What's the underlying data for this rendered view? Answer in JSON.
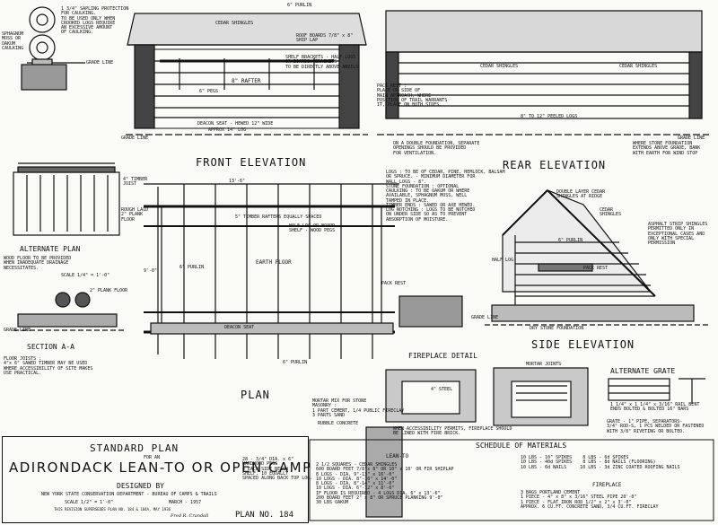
{
  "top_left": {
    "sapling_note": "1 3/4\" SAPLING PROTECTION\nFOR CAULKING.\nTO BE USED ONLY WHEN\nCROOKED LOGS REQUIRE\nAN EXCESSIVE AMOUNT\nOF CAULKING.",
    "sphagnum_note": "SPHAGNUM\nMOSS OR\nOAKUM\nCAULKING",
    "grade_line": "GRADE LINE"
  },
  "front": {
    "title": "FRONT ELEVATION",
    "cedar_shingles": "CEDAR SHINGLES",
    "purlin": "6\" PURLIN",
    "roof_boards": "ROOF BOARDS 7/8\" x 8\"\nSHIP LAP",
    "shelf_brackets": "SHELF BRACKETS - HALF LOGS\nOR BOARDS. BRACKETS\nTO BE DIRECTLY ABOVE ANVILS",
    "rafter": "8\" RAFTER",
    "pegs": "6\" PEGS",
    "seat": "DEACON SEAT - HEWED 12\" WIDE",
    "seat_log": "APPROX 14\" LOG",
    "grade_line": "GRADE LINE"
  },
  "rear": {
    "title": "REAR ELEVATION",
    "cedar_shingles": "CEDAR SHINGLES",
    "peeled_logs": "8\" TO 12\" PEELED LOGS",
    "where_stone": "WHERE STONE FOUNDATION\nEXTENDS ABOVE GRADE, BANK\nWITH EARTH FOR WIND STOP",
    "grade_line": "GRADE LINE"
  },
  "pack_rest_note": "PACK REST :\nPLACE ON SIDE OF\nMAIN APPROACH, WHERE\nPOSITION OF TRAIL WARRANTS\nIT, PLACE ON BOTH SIDES.",
  "foundation_note": "ON A DOUBLE FOUNDATION, SEPARATE\nOPENINGS SHOULD BE PROVIDED\nFOR VENTILATION.",
  "spec_notes": "LOGS : TO BE OF CEDAR, PINE, HEMLOCK, BALSAM\nOR SPRUCE. - MINIMUM DIAMETER FOR\nWALL LOGS - 8\".\nSTONE FOUNDATION : OPTIONAL\nCAULKING : TO BE OAKUM OR WHERE\nAVAILABLE, SPHAGNUM MOSS, WELL\nTAMPED IN PLACE.\nTIMBER ENDS : SAWED OR AXE HEWED.\nLOG NOTCHING : LOGS TO BE NOTCHED\nON UNDER SIDE SO AS TO PREVENT\nABSORPTION OF MOISTURE.",
  "alt_plan": {
    "title": "ALTERNATE PLAN",
    "timber_joist": "4\" TIMBER\nJOIST",
    "rough_laid": "ROUGH LAID\n2\" PLANK\nFLOOR",
    "note": "WOOD FLOOR TO BE PROVIDED\nWHEN INADEQUATE DRAINAGE\nNECESSITATES.",
    "scale": "SCALE 1/4\" = 1'-0\""
  },
  "section": {
    "title": "SECTION A-A",
    "plank": "2\" PLANK FLOOR",
    "grade_line": "GRADE LINE",
    "floor_joists": "FLOOR JOISTS :\n4\"x 6\" SAWED TIMBER MAY BE USED\nWHERE ACCESSIBILITY OF SITE MAKES\nUSE PRACTICAL."
  },
  "plan": {
    "title": "PLAN",
    "rafters_note": "5\" TIMBER RAFTERS EQUALLY SPACED",
    "half_log": "HALF LOG OR BOARD\nSHELF - WOOD PEGS",
    "purlin": "6\" PURLIN",
    "earth_floor": "EARTH FLOOR",
    "pack_rest": "PACK REST",
    "deacon_seat": "DEACON SEAT",
    "purlin2": "6\" PURLIN",
    "dim_top": "13'-6\"",
    "dim_side": "9'-0\""
  },
  "side": {
    "title": "SIDE ELEVATION",
    "double_layer": "DOUBLE LAYER CEDAR\nSHINGLES AT RIDGE",
    "cedar_shingles": "CEDAR\nSHINGLES",
    "asphalt": "ASPHALT STRIP SHINGLES\nPERMITTED ONLY IN\nEXCEPTIONAL CASES AND\nONLY WITH SPECIAL\nPERMISSION",
    "purlin": "6\" PURLIN",
    "half_log": "HALF LOG",
    "pack_rest": "PACK REST",
    "grade_line": "GRADE LINE",
    "dry_stone": "DRY STONE FOUNDATION"
  },
  "fireplace": {
    "title": "FIREPLACE DETAIL",
    "mortar_joints": "MORTAR JOINTS",
    "steel": "4\" STEEL",
    "mortar_mix": "MORTAR MIX FOR STONE\nMASONRY :\n1 PART CEMENT, 1/4 PUBLIC FIRECLAY\n3 PARTS SAND",
    "rubble": "RUBBLE CONCRETE",
    "firebrick": "WHEN ACCESSIBILITY PERMITS, FIREPLACE SHOULD\nBE LINED WITH FIRE BRICK."
  },
  "grate": {
    "title": "ALTERNATE GRATE",
    "note1": "1 1/4\" x 1 1/4\" x 3/16\" RAIL BENT\nENDS BOLTED & BOLTED 16\" BARS",
    "note2": "GRATE - 1\" PIPE, SEPARATORS-\n3/4\" ROD-S, 1 PCS WELDED OR FASTENED\nWITH 3/8\" RIVETING OR BOLTED."
  },
  "title_block": {
    "standard_plan": "STANDARD PLAN",
    "for_an": "FOR AN",
    "name": "ADIRONDACK LEAN-TO OR OPEN CAMP",
    "designed_by": "DESIGNED BY",
    "dept": "NEW YORK STATE CONSERVATION DEPARTMENT - BUREAU OF CAMPS & TRAILS",
    "scale": "SCALE 1/2\" = 1'-0\"",
    "date": "MARCH - 1957",
    "revision": "THIS REVISION SUPERSEDES PLAN NO. 184 & 184A, MAY 1936",
    "signature": "Fred R. Crandall",
    "plan_no": "PLAN NO. 184"
  },
  "pegs_note": "28 - 3/4\" DIA. x 6\"\nHARDWOOD PEGS\n4 EACH SIDE BELOW\nSHELF. 10 EQUALLY\nSPACED ALONG BACK TOP LOG.",
  "materials": {
    "title": "SCHEDULE OF MATERIALS",
    "leanto_title": "LEAN-TO",
    "leanto_lines": "2 1/2 SQUARES - CEDAR SHINGLES\n600 BOARD FEET 7/8\"x 8\" OR 10\" x 10' OR FIR SHIPLAP\n8 LOGS - DIA. 9\"-13\" x 16'-0\"\n10 LOGS - DIA. 8\"-16\" x 14'-0\"\n8 LOGS - DIA. 8\"-14\" x 11'-0\"\n10 LOGS - DIA. 6\"-12\" x 8'-0\"\nIF FLOOR IS REQUIRED - 4 LOGS DIA. 6\" x 13'-6\"\n200 BOARD FEET 2\" x 8\" OR SPRUCE PLANKING 9'-0\"\n30 LBS OAKUM",
    "nails_lines": "10 LBS - 10\" SPIKES    8 LBS - 6d SPIKES\n10 LBS - 40d SPIKES    8 LBS - 8d NAILS (FLOORING)\n10 LBS - 6d NAILS     10 LBS - 3d ZINC COATED ROOFING NAILS",
    "fireplace_title": "FIREPLACE",
    "fireplace_lines": "3 BAGS PORTLAND CEMENT\n1 PIECE - 4\" x 8\" x 3/16\" STEEL PIPE 20'-0\"\n1 PIECE - FLAT IRON ROD 1/2\" x 2\" x 3'-0\"\nAPPROX. 6 CU.FT. CONCRETE SAND, 3/4 CU.FT. FIRECLAY"
  }
}
